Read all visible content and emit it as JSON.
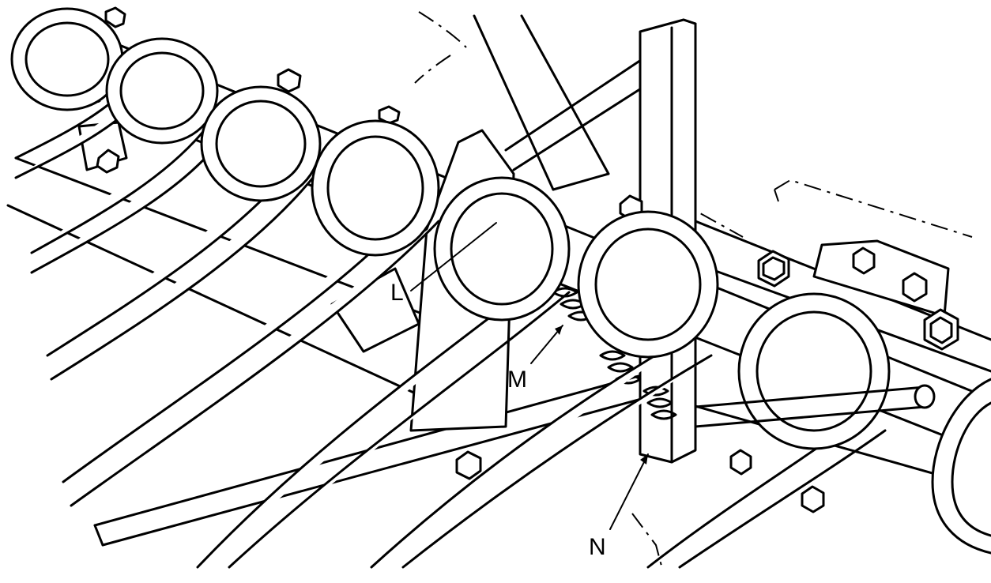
{
  "figure": {
    "labels": {
      "L": "L",
      "M": "M",
      "N": "N"
    },
    "colors": {
      "ink": "#000000",
      "paper": "#ffffff"
    }
  }
}
